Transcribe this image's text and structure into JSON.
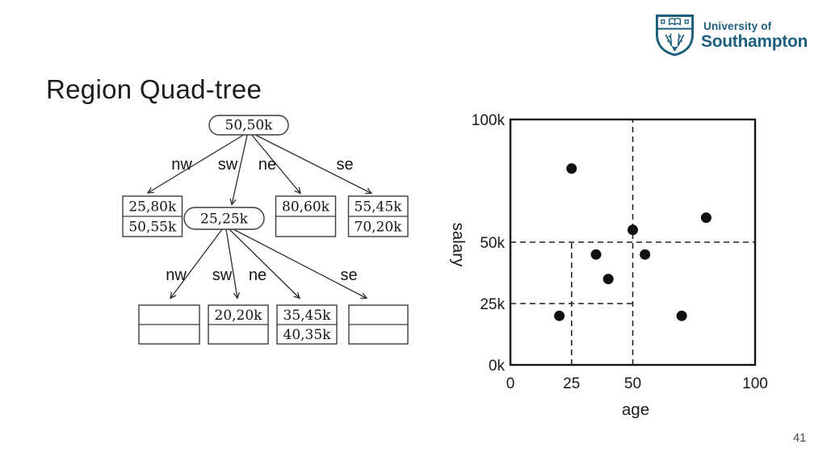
{
  "slide": {
    "title": "Region Quad-tree",
    "page_number": "41"
  },
  "logo": {
    "line1": "University of",
    "line2": "Southampton"
  },
  "colors": {
    "logo_teal": "#1b5e7d",
    "ink": "#1a1a1a",
    "point": "#111111"
  },
  "tree": {
    "root": {
      "shape": "oval",
      "label": "50,50k"
    },
    "level1_edge_labels": [
      "nw",
      "sw",
      "ne",
      "se"
    ],
    "level1": [
      {
        "dir": "nw",
        "shape": "box",
        "rows": [
          "25,80k",
          "50,55k"
        ]
      },
      {
        "dir": "sw",
        "shape": "oval",
        "label": "25,25k"
      },
      {
        "dir": "ne",
        "shape": "box",
        "rows": [
          "80,60k",
          ""
        ]
      },
      {
        "dir": "se",
        "shape": "box",
        "rows": [
          "55,45k",
          "70,20k"
        ]
      }
    ],
    "level2_edge_labels": [
      "nw",
      "sw",
      "ne",
      "se"
    ],
    "level2": [
      {
        "dir": "nw",
        "shape": "box",
        "rows": [
          "",
          ""
        ]
      },
      {
        "dir": "sw",
        "shape": "box",
        "rows": [
          "20,20k",
          ""
        ]
      },
      {
        "dir": "ne",
        "shape": "box",
        "rows": [
          "35,45k",
          "40,35k"
        ]
      },
      {
        "dir": "se",
        "shape": "box",
        "rows": [
          "",
          ""
        ]
      }
    ]
  },
  "chart_data": {
    "type": "scatter",
    "title": "",
    "xlabel": "age",
    "ylabel": "salary",
    "xlim": [
      0,
      100
    ],
    "ylim": [
      0,
      100
    ],
    "grid": false,
    "legend": null,
    "x_ticks": [
      {
        "value": 0,
        "label": "0"
      },
      {
        "value": 25,
        "label": "25"
      },
      {
        "value": 50,
        "label": "50"
      },
      {
        "value": 100,
        "label": "100"
      }
    ],
    "y_ticks": [
      {
        "value": 0,
        "label": "0k"
      },
      {
        "value": 25,
        "label": "25k"
      },
      {
        "value": 50,
        "label": "50k"
      },
      {
        "value": 100,
        "label": "100k"
      }
    ],
    "points": [
      {
        "age": 25,
        "salary_k": 80
      },
      {
        "age": 50,
        "salary_k": 55
      },
      {
        "age": 80,
        "salary_k": 60
      },
      {
        "age": 35,
        "salary_k": 45
      },
      {
        "age": 55,
        "salary_k": 45
      },
      {
        "age": 40,
        "salary_k": 35
      },
      {
        "age": 20,
        "salary_k": 20
      },
      {
        "age": 70,
        "salary_k": 20
      }
    ],
    "partitions": [
      {
        "orient": "v",
        "at": 50,
        "from": 0,
        "to": 100
      },
      {
        "orient": "h",
        "at": 50,
        "from": 0,
        "to": 100
      },
      {
        "orient": "v",
        "at": 25,
        "from": 0,
        "to": 50
      },
      {
        "orient": "h",
        "at": 25,
        "from": 0,
        "to": 50
      }
    ]
  }
}
